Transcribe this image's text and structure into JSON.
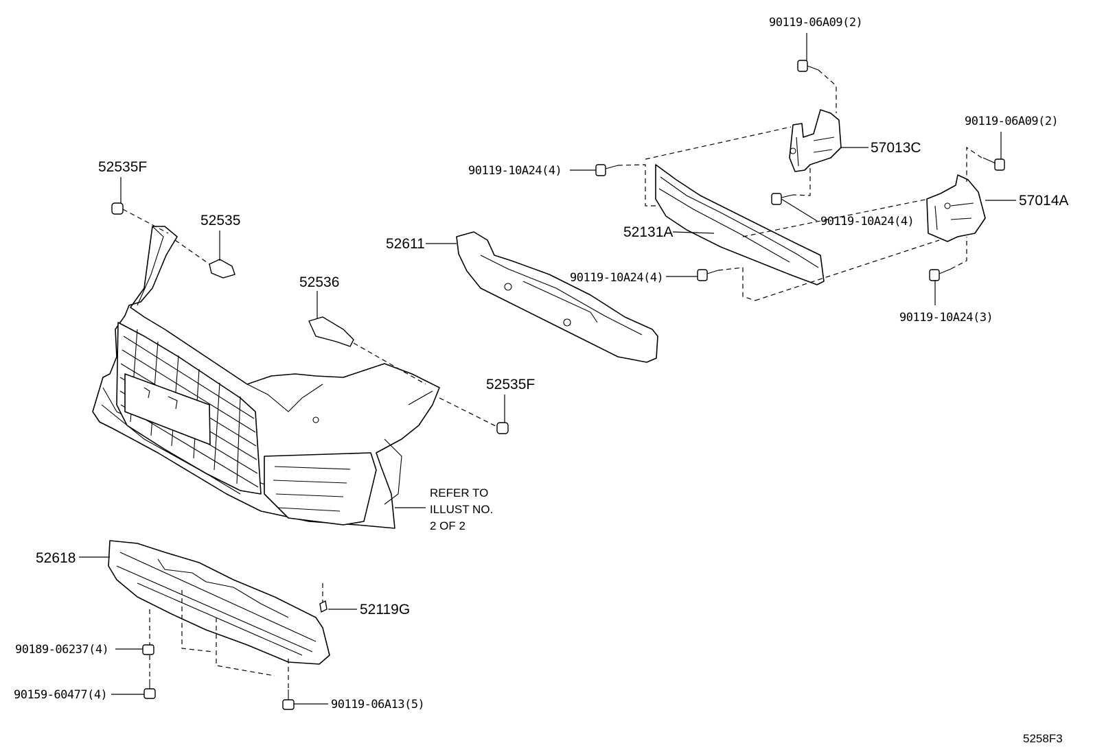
{
  "diagram_code": "5258F3",
  "note": [
    "REFER TO",
    "ILLUST NO.",
    "2 OF 2"
  ],
  "callouts": {
    "bolt_top_right_a": "90119-06A09(2)",
    "bracket_57013C": "57013C",
    "bolt_10A24_left": "90119-10A24(4)",
    "bolt_top_right_b": "90119-06A09(2)",
    "bracket_57014A": "57014A",
    "bolt_10A24_mid": "90119-10A24(4)",
    "reinforcement_52131A": "52131A",
    "bolt_10A24_low": "90119-10A24(4)",
    "bolt_10A24_right": "90119-10A24(3)",
    "clip_52535F_top": "52535F",
    "retainer_52535": "52535",
    "absorber_52611": "52611",
    "retainer_52536": "52536",
    "clip_52535F_mid": "52535F",
    "cover_52618": "52618",
    "rivet_52119G": "52119G",
    "nut_90189": "90189-06237(4)",
    "screw_90159": "90159-60477(4)",
    "bolt_06A13": "90119-06A13(5)"
  }
}
